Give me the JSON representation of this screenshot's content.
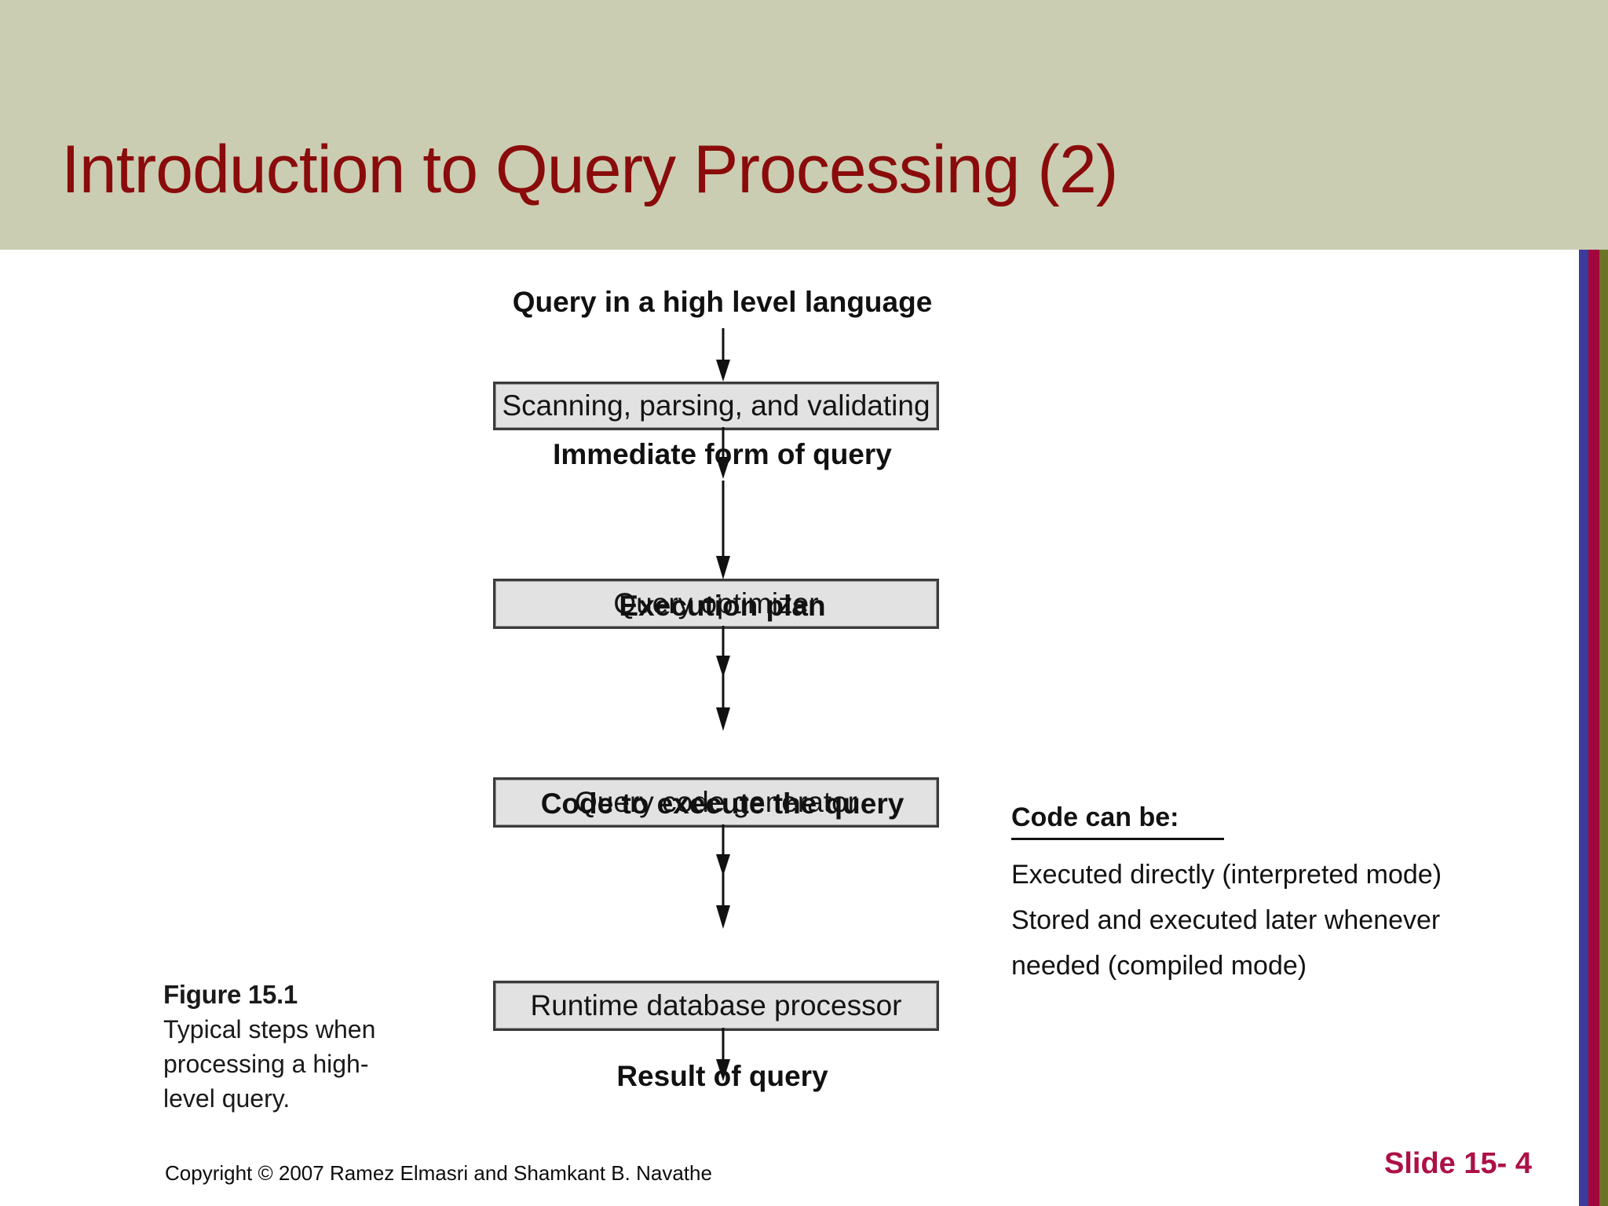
{
  "slide": {
    "title": "Introduction to Query Processing (2)",
    "title_color": "#8a0b0b",
    "header_background": "#cacdb1",
    "body_background": "#ffffff"
  },
  "edge_stripes": [
    {
      "name": "blue",
      "color": "#3b3b9e"
    },
    {
      "name": "red",
      "color": "#a2073c"
    },
    {
      "name": "olive",
      "color": "#6b7327"
    }
  ],
  "diagram": {
    "type": "flowchart",
    "orientation": "vertical",
    "nodes": [
      {
        "kind": "label",
        "text": "Query in a high level language"
      },
      {
        "kind": "box",
        "text": "Scanning, parsing, and validating"
      },
      {
        "kind": "label",
        "text": "Immediate form of query"
      },
      {
        "kind": "box",
        "text": "Query optimizer"
      },
      {
        "kind": "label",
        "text": "Execution plan"
      },
      {
        "kind": "box",
        "text": "Query code generator"
      },
      {
        "kind": "label",
        "text": "Code to execute the query"
      },
      {
        "kind": "box",
        "text": "Runtime database processor"
      },
      {
        "kind": "label",
        "text": "Result of query"
      }
    ],
    "box_fill": "#e2e2e2",
    "box_border": "#3b3b3b",
    "arrow_color": "#111111"
  },
  "figure_caption": {
    "number": "Figure 15.1",
    "lines": [
      "Typical steps when",
      "processing a high-",
      "level query."
    ]
  },
  "code_note": {
    "heading": "Code can be:",
    "lines": [
      "Executed directly (interpreted mode)",
      "Stored and executed later whenever",
      "needed (compiled mode)"
    ]
  },
  "footer": {
    "copyright": "Copyright © 2007 Ramez Elmasri and Shamkant B. Navathe",
    "slide_number": "Slide 15- 4",
    "slide_number_color": "#ad1144"
  }
}
